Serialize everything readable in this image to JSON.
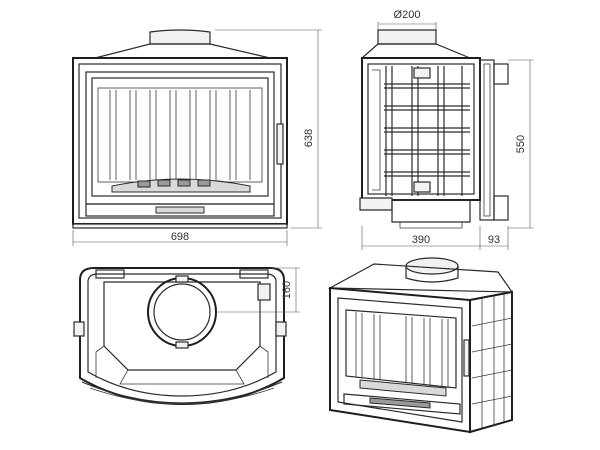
{
  "dimensions": {
    "front_width": "698",
    "front_height": "638",
    "side_diameter": "Ø200",
    "side_height": "550",
    "side_depth": "390",
    "side_extra": "93",
    "top_offset": "160"
  },
  "colors": {
    "line": "#2b2b2b",
    "dimension_line": "#555555",
    "background": "#ffffff"
  }
}
